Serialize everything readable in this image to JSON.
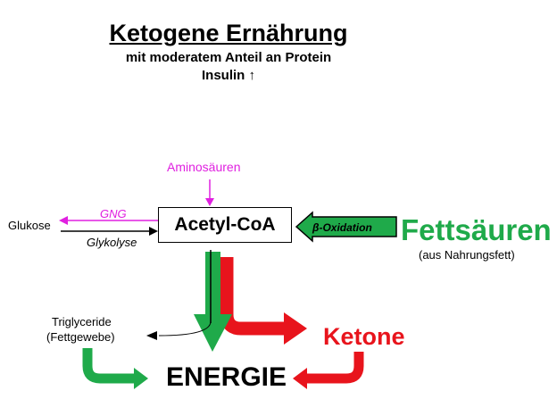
{
  "header": {
    "title": "Ketogene Ernährung",
    "subtitle_line1": "mit moderatem Anteil an Protein",
    "subtitle_line2": "Insulin ↑"
  },
  "diagram": {
    "center_node": "Acetyl-CoA",
    "aminosaeuren": "Aminosäuren",
    "gng": "GNG",
    "glukose": "Glukose",
    "glykolyse": "Glykolyse",
    "beta_oxidation": "β-Oxidation",
    "fettsaeuren": "Fettsäuren",
    "fettsaeuren_source": "(aus Nahrungsfett)",
    "triglyceride_line1": "Triglyceride",
    "triglyceride_line2": "(Fettgewebe)",
    "ketone": "Ketone",
    "energie": "ENERGIE"
  },
  "colors": {
    "green": "#1faa4a",
    "red": "#e8141c",
    "magenta": "#e020e0",
    "black": "#000000"
  }
}
